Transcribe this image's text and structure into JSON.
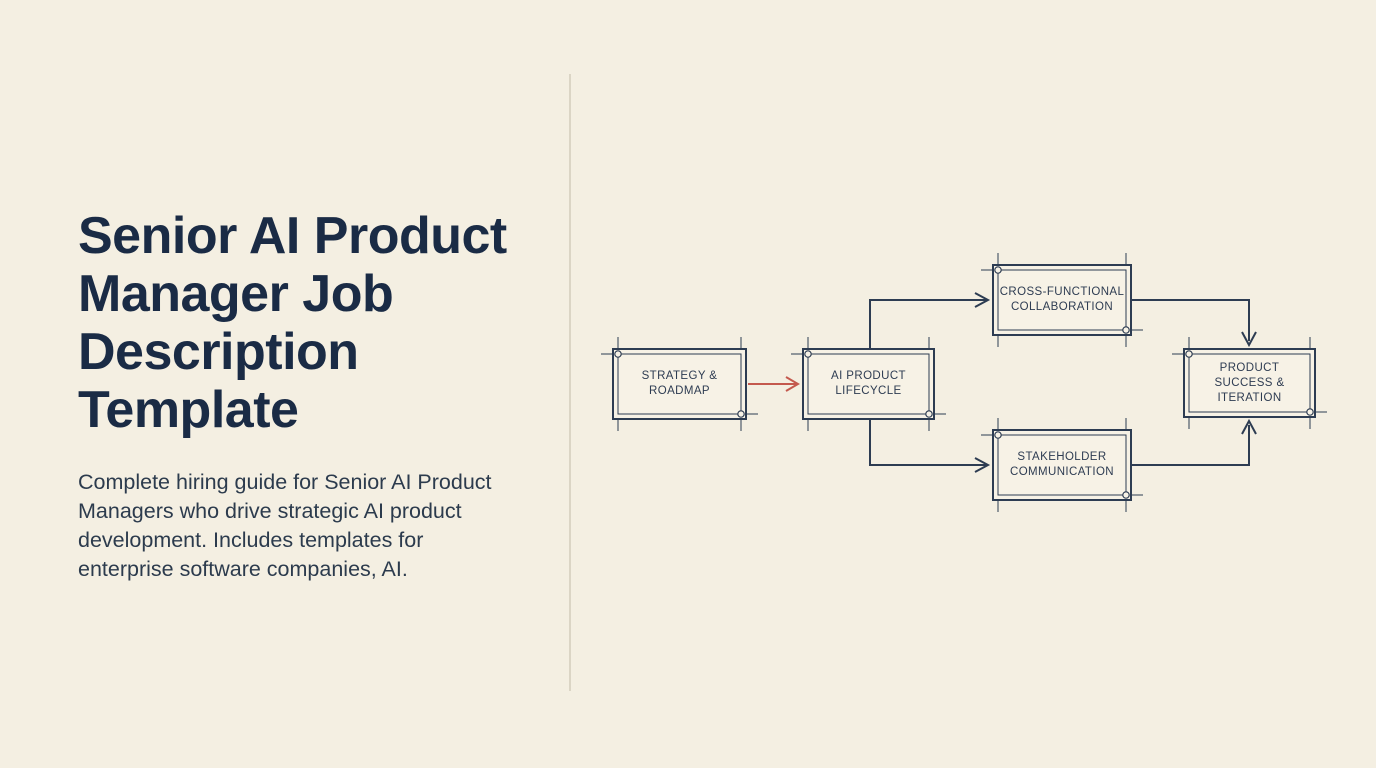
{
  "page": {
    "background_color": "#f4efe2",
    "divider_color": "#dbd5c5"
  },
  "hero": {
    "title": "Senior AI Product Manager Job Description Template",
    "title_lines": [
      "Senior AI Product",
      "Manager Job",
      "Description",
      "Template"
    ],
    "title_color": "#1a2b45",
    "description": "Complete hiring guide for Senior AI Product Managers who drive strategic AI product development. Includes templates for enterprise software companies, AI.",
    "description_lines": [
      "Complete hiring guide for Senior AI Product",
      "Managers who drive strategic AI product",
      "development. Includes templates for",
      "enterprise software companies, AI."
    ],
    "description_color": "#2c3b4d"
  },
  "flowchart": {
    "stroke_color": "#2d3c52",
    "accent_arrow_color": "#c4594e",
    "node_fill": "#f7f2e6",
    "nodes": [
      {
        "id": "strategy-roadmap",
        "label": "STRATEGY & ROADMAP",
        "lines": [
          "STRATEGY &",
          "ROADMAP"
        ]
      },
      {
        "id": "ai-product-lifecycle",
        "label": "AI PRODUCT LIFECYCLE",
        "lines": [
          "AI PRODUCT",
          "LIFECYCLE"
        ]
      },
      {
        "id": "cross-functional-collaboration",
        "label": "CROSS-FUNCTIONAL COLLABORATION",
        "lines": [
          "CROSS-FUNCTIONAL",
          "COLLABORATION"
        ]
      },
      {
        "id": "stakeholder-communication",
        "label": "STAKEHOLDER COMMUNICATION",
        "lines": [
          "STAKEHOLDER",
          "COMMUNICATION"
        ]
      },
      {
        "id": "product-success-iteration",
        "label": "PRODUCT SUCCESS & ITERATION",
        "lines": [
          "PRODUCT",
          "SUCCESS &",
          "ITERATION"
        ]
      }
    ],
    "edges": [
      {
        "from": "strategy-roadmap",
        "to": "ai-product-lifecycle",
        "style": "accent"
      },
      {
        "from": "ai-product-lifecycle",
        "to": "cross-functional-collaboration",
        "style": "default"
      },
      {
        "from": "ai-product-lifecycle",
        "to": "stakeholder-communication",
        "style": "default"
      },
      {
        "from": "cross-functional-collaboration",
        "to": "product-success-iteration",
        "style": "default"
      },
      {
        "from": "stakeholder-communication",
        "to": "product-success-iteration",
        "style": "default"
      }
    ]
  }
}
